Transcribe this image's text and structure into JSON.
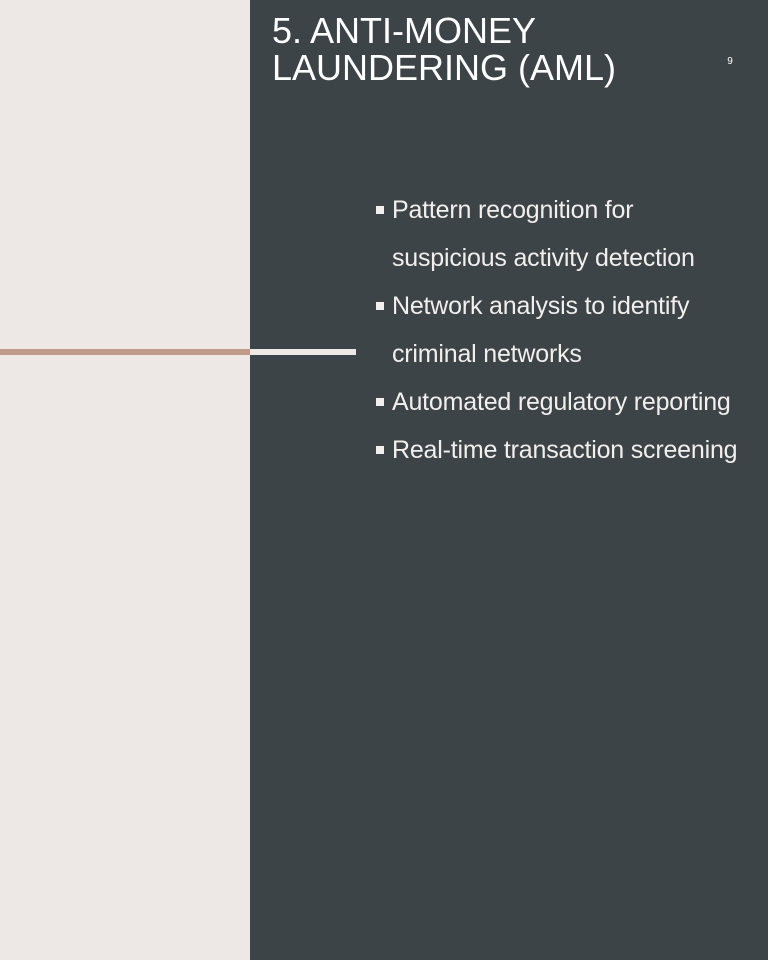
{
  "slide": {
    "title_lines": [
      "5. ANTI-MONEY",
      "LAUNDERING (AML)"
    ],
    "page_number": "9",
    "bullets": [
      "Pattern recognition for suspicious activity detection",
      "Network analysis to identify criminal networks",
      "Automated regulatory reporting",
      "Real-time transaction screening"
    ]
  },
  "colors": {
    "left_background": "#ede8e5",
    "right_background": "#3c4447",
    "accent_line": "#bf9a8a",
    "text": "#ffffff"
  }
}
